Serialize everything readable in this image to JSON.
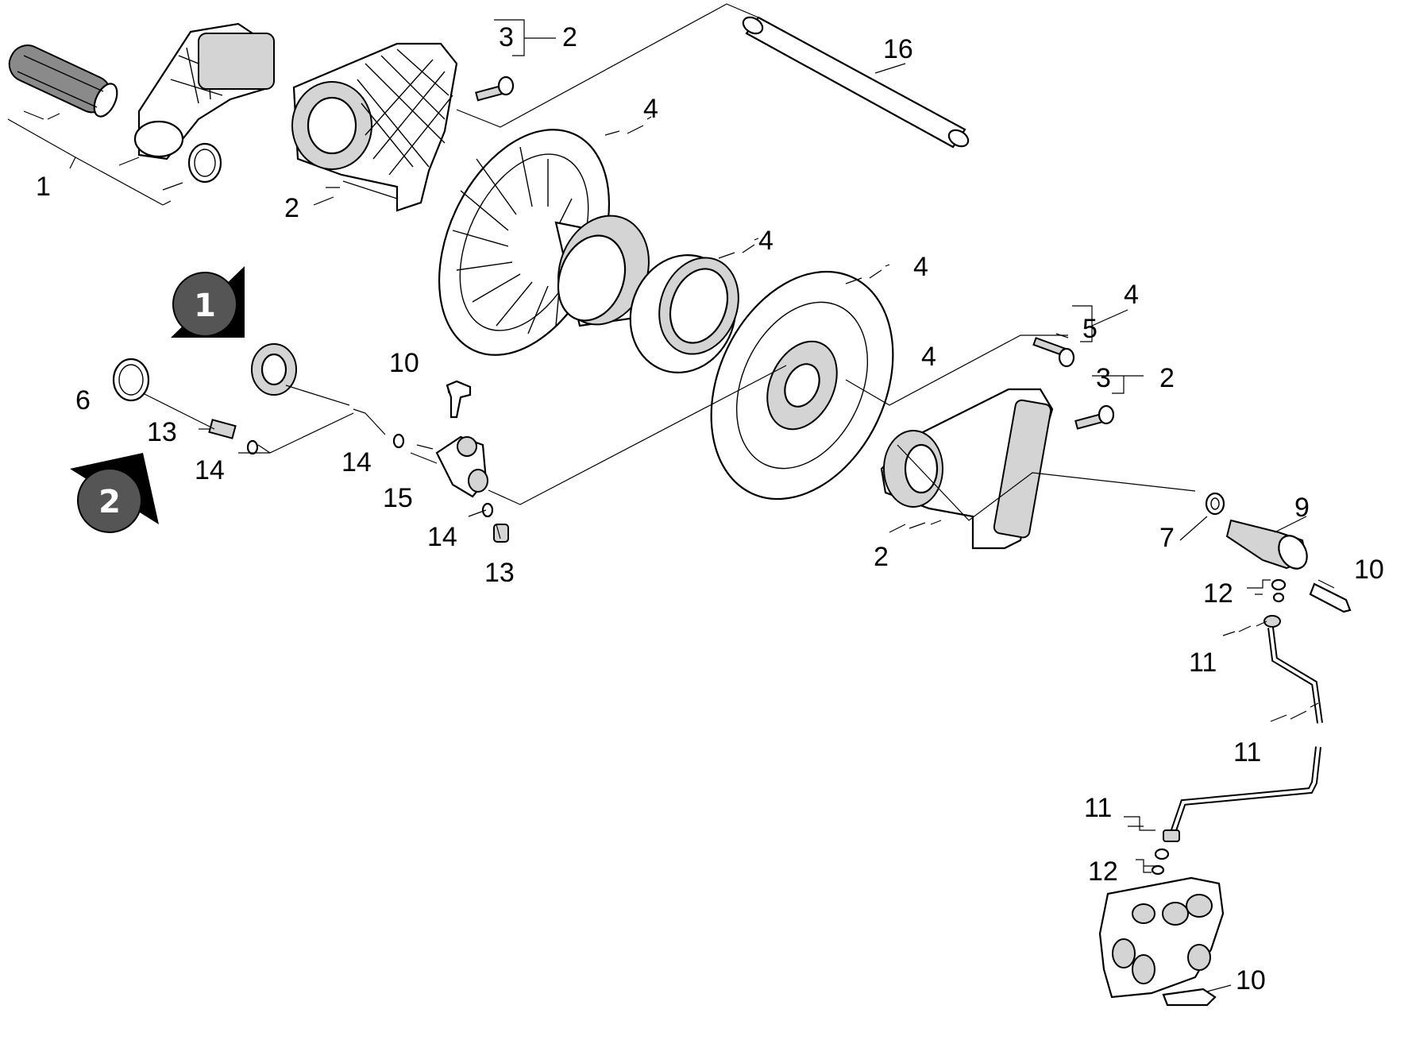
{
  "labels": {
    "l1": "1",
    "l2a": "2",
    "l2b": "2",
    "l2c": "2",
    "l2d": "2",
    "l3a": "3",
    "l3b": "3",
    "l4a": "4",
    "l4b": "4",
    "l4c": "4",
    "l4d": "4",
    "l4e": "4",
    "l5": "5",
    "l6": "6",
    "l7": "7",
    "l9": "9",
    "l10a": "10",
    "l10b": "10",
    "l10c": "10",
    "l11a": "11",
    "l11b": "11",
    "l11c": "11",
    "l12a": "12",
    "l12b": "12",
    "l13a": "13",
    "l13b": "13",
    "l14a": "14",
    "l14b": "14",
    "l14c": "14",
    "l15": "15",
    "l16": "16"
  },
  "badges": {
    "b1": "1",
    "b2": "2"
  }
}
